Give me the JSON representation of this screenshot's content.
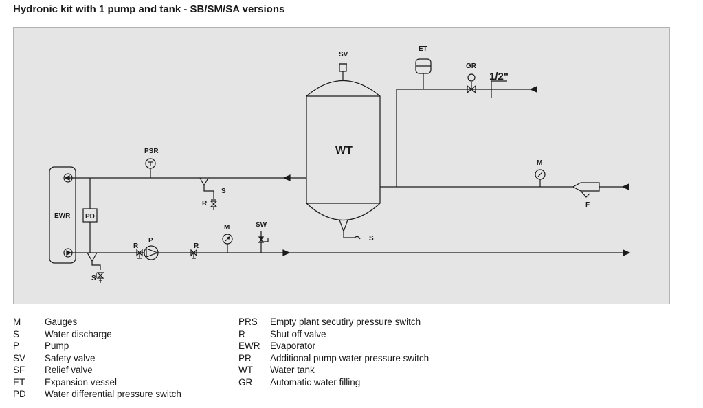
{
  "title": "Hydronic kit with 1 pump and tank - SB/SM/SA versions",
  "diagram": {
    "labels": {
      "sv": "SV",
      "et": "ET",
      "gr": "GR",
      "pipe_size": "1/2\"",
      "wt": "WT",
      "psr": "PSR",
      "ewr": "EWR",
      "pd": "PD",
      "m_top": "M",
      "m_bottom": "M",
      "sw": "SW",
      "p": "P",
      "r_left": "R",
      "r_right": "R",
      "r_mid": "R",
      "s_mid": "S",
      "s_tank": "S",
      "s_bottom": "S",
      "f": "F"
    }
  },
  "legend": {
    "left": [
      {
        "code": "M",
        "desc": "Gauges"
      },
      {
        "code": "S",
        "desc": "Water discharge"
      },
      {
        "code": "P",
        "desc": "Pump"
      },
      {
        "code": "SV",
        "desc": "Safety valve"
      },
      {
        "code": "SF",
        "desc": "Relief valve"
      },
      {
        "code": "ET",
        "desc": "Expansion vessel"
      },
      {
        "code": "PD",
        "desc": "Water differential pressure switch"
      }
    ],
    "right": [
      {
        "code": "PRS",
        "desc": "Empty plant secutiry pressure switch"
      },
      {
        "code": "R",
        "desc": "Shut off valve"
      },
      {
        "code": "EWR",
        "desc": "Evaporator"
      },
      {
        "code": "PR",
        "desc": "Additional pump water pressure switch"
      },
      {
        "code": "WT",
        "desc": "Water tank"
      },
      {
        "code": "GR",
        "desc": "Automatic water filling"
      }
    ]
  }
}
